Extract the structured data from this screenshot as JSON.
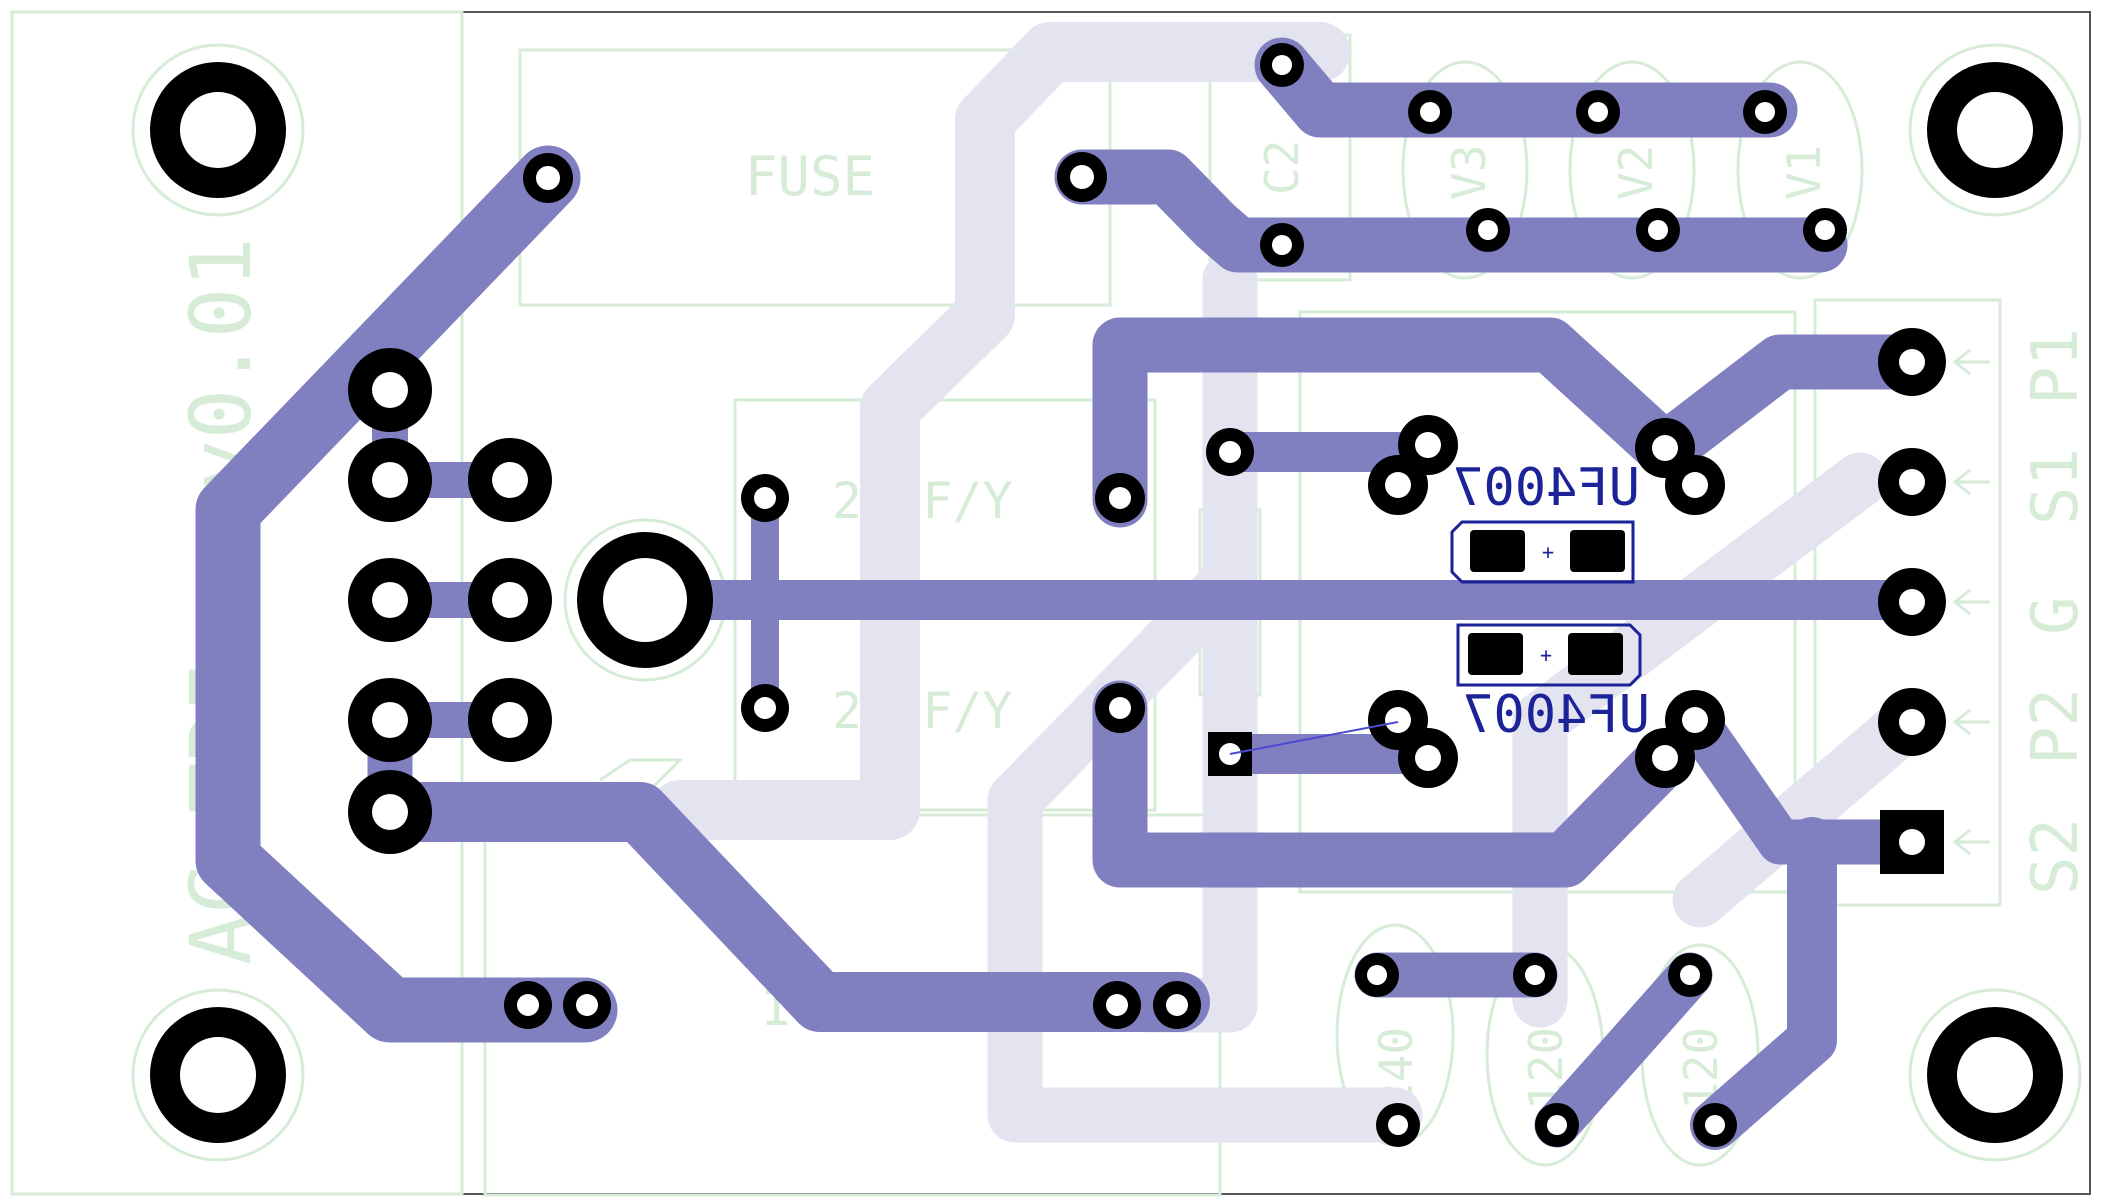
{
  "board": {
    "version_label": "v0.01",
    "board_title": "AC TRI",
    "fuse_label": "FUSE",
    "cap_c2_label": "C2",
    "cap_y1_label": "22nF/Y",
    "cap_y2_label": "22nF/Y",
    "resistor_label": "10",
    "varistors": [
      "V3",
      "V2",
      "V1"
    ],
    "resistors_bottom": [
      "240",
      "120",
      "120"
    ],
    "diode_labels": [
      "UF4007",
      "UF4007"
    ],
    "connector_labels": [
      "P1",
      "S1",
      "G",
      "P2",
      "S2"
    ],
    "colors": {
      "copper_top": "#8080c0",
      "copper_bottom": "#e3e4f0",
      "silkscreen": "#d6ecd6",
      "pads": "#000000",
      "smd_outline": "#1c2298"
    }
  }
}
